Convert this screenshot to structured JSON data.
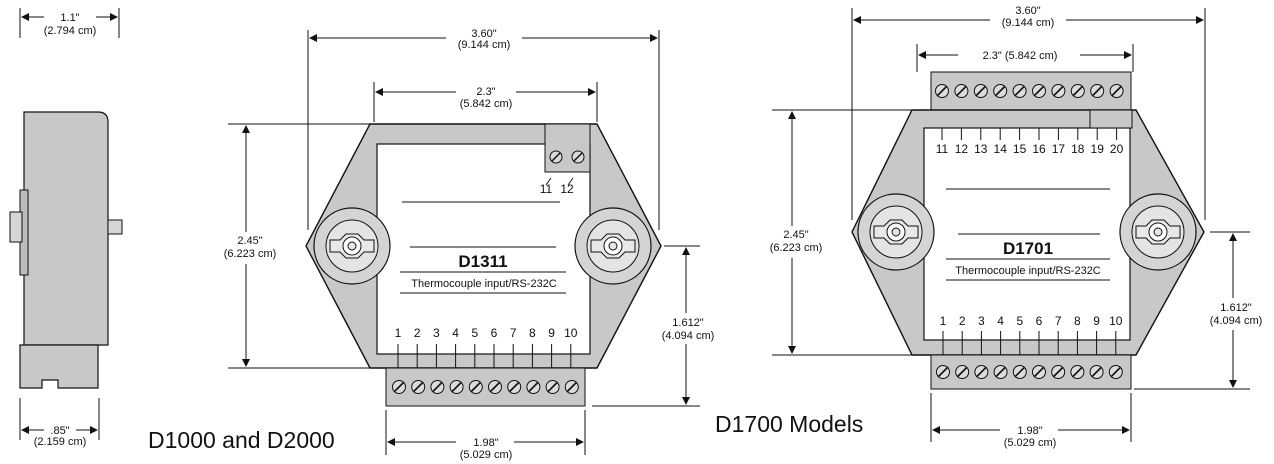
{
  "side_view": {
    "width_top": "1.1\"",
    "width_top_cm": "(2.794 cm)",
    "width_bottom": ".85\"",
    "width_bottom_cm": "(2.159 cm)"
  },
  "d1000": {
    "caption": "D1000 and D2000",
    "model": "D1311",
    "description": "Thermocouple input/RS-232C",
    "dim_width": "3.60\"",
    "dim_width_cm": "(9.144 cm)",
    "dim_inner": "2.3\"",
    "dim_inner_cm": "(5.842 cm)",
    "dim_height": "2.45\"",
    "dim_height_cm": "(6.223 cm)",
    "dim_mount": "1.612\"",
    "dim_mount_cm": "(4.094 cm)",
    "dim_bottom": "1.98\"",
    "dim_bottom_cm": "(5.029 cm)",
    "top_terminals": [
      "11",
      "12"
    ],
    "bottom_terminals": [
      "1",
      "2",
      "3",
      "4",
      "5",
      "6",
      "7",
      "8",
      "9",
      "10"
    ]
  },
  "d1700": {
    "caption": "D1700 Models",
    "model": "D1701",
    "description": "Thermocouple input/RS-232C",
    "dim_width": "3.60\"",
    "dim_width_cm": "(9.144 cm)",
    "dim_inner": "2.3\" (5.842 cm)",
    "dim_height": "2.45\"",
    "dim_height_cm": "(6.223 cm)",
    "dim_mount": "1.612\"",
    "dim_mount_cm": "(4.094 cm)",
    "dim_bottom": "1.98\"",
    "dim_bottom_cm": "(5.029 cm)",
    "top_terminals": [
      "11",
      "12",
      "13",
      "14",
      "15",
      "16",
      "17",
      "18",
      "19",
      "20"
    ],
    "bottom_terminals": [
      "1",
      "2",
      "3",
      "4",
      "5",
      "6",
      "7",
      "8",
      "9",
      "10"
    ]
  }
}
